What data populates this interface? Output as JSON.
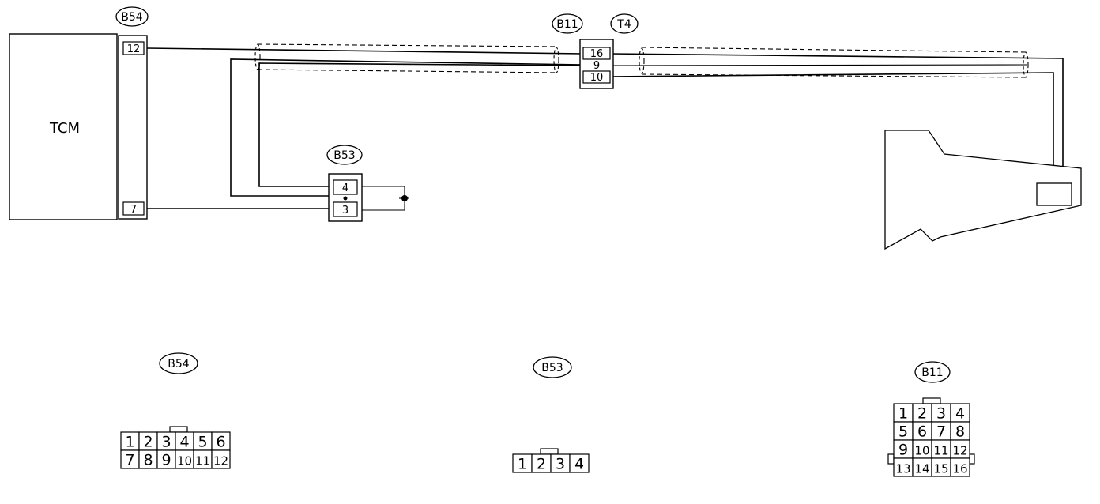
{
  "tcm": {
    "label": "TCM"
  },
  "connectors": {
    "b54": {
      "label": "B54",
      "pin_top": "12",
      "pin_bottom": "7"
    },
    "b11": {
      "label": "B11"
    },
    "t4": {
      "label": "T4"
    },
    "b11_t4_pins": [
      "16",
      "9",
      "10"
    ],
    "b53": {
      "label": "B53",
      "pin_top": "4",
      "pin_bottom": "3"
    }
  },
  "faces": {
    "b54": {
      "label": "B54",
      "rows": [
        [
          "1",
          "2",
          "3",
          "4",
          "5",
          "6"
        ],
        [
          "7",
          "8",
          "9",
          "10",
          "11",
          "12"
        ]
      ]
    },
    "b53": {
      "label": "B53",
      "rows": [
        [
          "1",
          "2",
          "3",
          "4"
        ]
      ]
    },
    "b11": {
      "label": "B11",
      "rows": [
        [
          "1",
          "2",
          "3",
          "4"
        ],
        [
          "5",
          "6",
          "7",
          "8"
        ],
        [
          "9",
          "10",
          "11",
          "12"
        ],
        [
          "13",
          "14",
          "15",
          "16"
        ]
      ]
    }
  }
}
